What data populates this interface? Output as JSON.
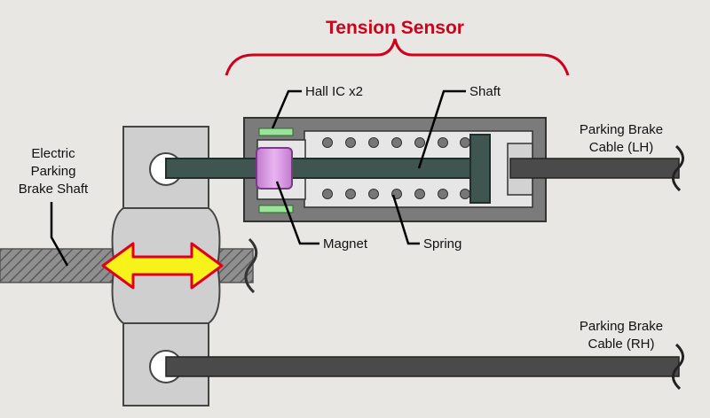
{
  "title": "Tension Sensor",
  "labels": {
    "hall_ic": "Hall IC x2",
    "shaft": "Shaft",
    "magnet": "Magnet",
    "spring": "Spring",
    "epb_shaft_line1": "Electric",
    "epb_shaft_line2": "Parking",
    "epb_shaft_line3": "Brake Shaft",
    "cable_lh_line1": "Parking Brake",
    "cable_lh_line2": "Cable (LH)",
    "cable_rh_line1": "Parking Brake",
    "cable_rh_line2": "Cable (RH)"
  },
  "colors": {
    "title": "#d0021b",
    "background": "#e9e7e4",
    "housing": "#7b7b7b",
    "housing_inner": "#e6e6e6",
    "shaft": "#3e5550",
    "magnet": "#d58ee0",
    "hall_ic": "#9be29b",
    "cable": "#4a4a4a",
    "bracket": "#cfcfcf",
    "arrow_fill": "#f6f21a",
    "arrow_stroke": "#e0001b"
  }
}
